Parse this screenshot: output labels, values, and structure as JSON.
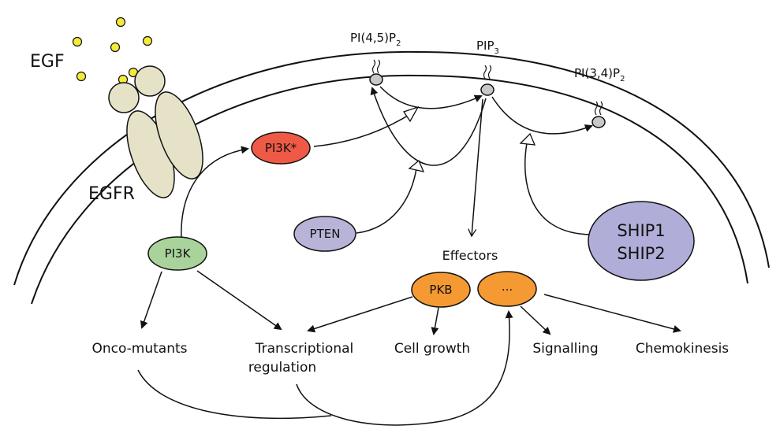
{
  "colors": {
    "receptor_fill": "#e6e2c8",
    "ligand_fill": "#f5ea3a",
    "pi3k_fill": "#a9d39a",
    "pi3k_active_fill": "#ee5a45",
    "pten_fill": "#b7b4d8",
    "ship_fill": "#b0aed8",
    "effector_fill": "#f59a33",
    "lipid_fill": "#c8c8c8",
    "line": "#111111"
  },
  "labels": {
    "egf": "EGF",
    "egfr": "EGFR",
    "lipid_pi45p2": {
      "main": "PI(4,5)P",
      "sub": "2"
    },
    "lipid_pip3": {
      "main": "PIP",
      "sub": "3"
    },
    "lipid_pi34p2": {
      "main": "PI(3,4)P",
      "sub": "2"
    },
    "pi3k_active": "PI3K*",
    "pi3k": "PI3K",
    "pten": "PTEN",
    "ship_line1": "SHIP1",
    "ship_line2": "SHIP2",
    "effectors": "Effectors",
    "pkb": "PKB",
    "ellipsis": "...",
    "onco": "Onco-mutants",
    "transcriptional_line1": "Transcriptional",
    "transcriptional_line2": "regulation",
    "cell_growth": "Cell growth",
    "signalling": "Signalling",
    "chemokinesis": "Chemokinesis"
  }
}
